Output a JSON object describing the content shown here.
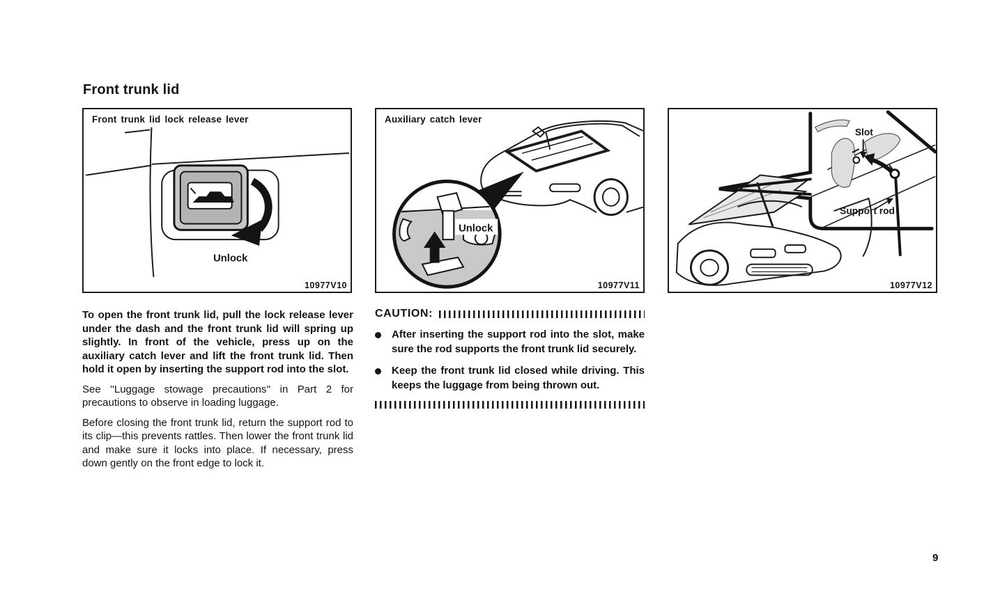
{
  "page": {
    "title": "Front trunk lid",
    "page_number": "9"
  },
  "figures": [
    {
      "caption": "Front trunk lid lock release lever",
      "unlock_label": "Unlock",
      "code": "10977V10"
    },
    {
      "caption": "Auxiliary catch lever",
      "unlock_label": "Unlock",
      "code": "10977V11"
    },
    {
      "slot_label": "Slot",
      "support_rod_label": "Support rod",
      "code": "10977V12"
    }
  ],
  "body": {
    "para1": "To open the front trunk lid, pull the lock release lever under the dash and the front trunk lid will spring up slightly. In front of the vehicle, press up on the auxiliary catch lever and lift the front trunk lid. Then hold it open by inserting the support rod into the slot.",
    "para2": "See ''Luggage stowage precautions'' in Part 2 for precautions to observe in loading luggage.",
    "para3": "Before closing the front trunk lid, return the support rod to its clip—this prevents rattles. Then lower the front trunk lid and make sure it locks into place. If necessary, press down gently on the front edge to lock it."
  },
  "caution": {
    "heading": "CAUTION:",
    "items": [
      "After inserting the support rod into the slot, make sure the rod supports the front trunk lid securely.",
      "Keep the front trunk lid closed while driving. This keeps the luggage from being thrown out."
    ]
  },
  "colors": {
    "ink": "#141414",
    "paper": "#ffffff"
  }
}
